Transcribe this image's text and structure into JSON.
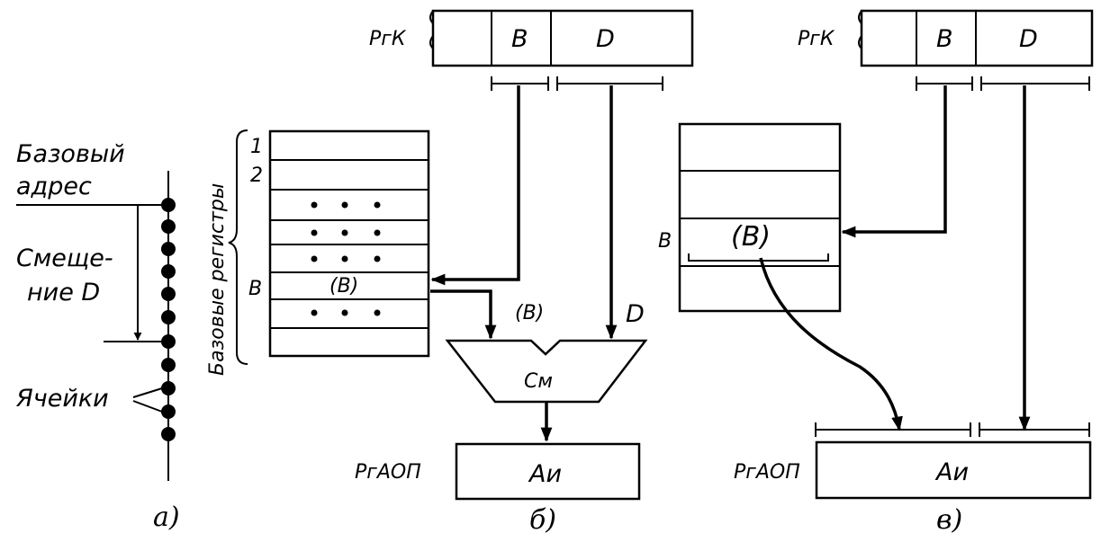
{
  "panel_a": {
    "base_address": [
      "Базовый",
      "адрес"
    ],
    "offset": [
      "Смеще-",
      "ние D"
    ],
    "cells": "Ячейки",
    "caption": "а)"
  },
  "panel_b": {
    "rgk": "РгК",
    "field_b": "B",
    "field_d": "D",
    "base_registers_label": "Базовые регистры",
    "row_1": "1",
    "row_2": "2",
    "row_b": "B",
    "reg_b_content": "(B)",
    "adder_in_b": "(B)",
    "adder_in_d": "D",
    "adder": "См",
    "rgaop": "РгАОП",
    "address": "Аи",
    "caption": "б)"
  },
  "panel_c": {
    "rgk": "РгК",
    "field_b": "B",
    "field_d": "D",
    "row_b": "B",
    "reg_b_content": "(B)",
    "rgaop": "РгАОП",
    "address": "Аи",
    "caption": "в)"
  }
}
